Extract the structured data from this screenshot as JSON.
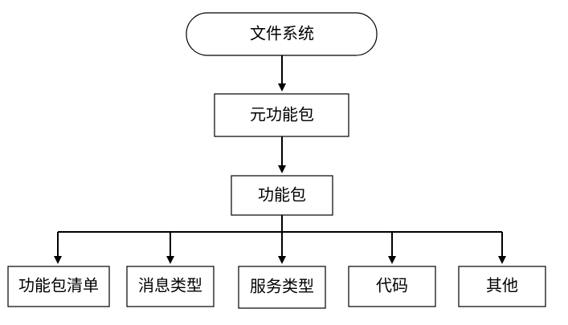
{
  "nodes": {
    "root": "文件系统",
    "meta_package": "元功能包",
    "package": "功能包",
    "children": [
      "功能包清单",
      "消息类型",
      "服务类型",
      "代码",
      "其他"
    ]
  },
  "colors": {
    "line": "#000000",
    "box_fill": "#ffffff",
    "text": "#000000"
  }
}
